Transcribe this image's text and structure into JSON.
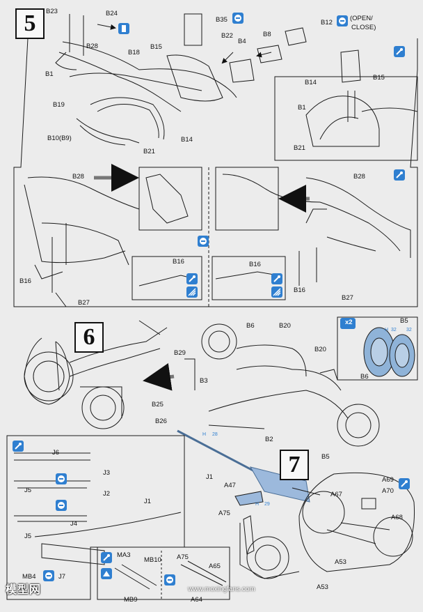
{
  "steps": {
    "s5": "5",
    "s6": "6",
    "s7": "7"
  },
  "icon_names": [
    "glue-icon",
    "paint-icon",
    "optional-icon",
    "decal-icon",
    "cement-icon",
    "make-two-icon"
  ],
  "labels": {
    "B23": "B23",
    "B24": "B24",
    "B28a": "B28",
    "B18": "B18",
    "B15a": "B15",
    "B1a": "B1",
    "B19": "B19",
    "B10": "B10(B9)",
    "B21a": "B21",
    "B14a": "B14",
    "B35": "B35",
    "B22": "B22",
    "B4": "B4",
    "B8": "B8",
    "B12": "B12",
    "openclose": "(OPEN/\nCLOSE)",
    "openclose1": "(OPEN/",
    "openclose2": "CLOSE)",
    "B15b": "B15",
    "B14b": "B14",
    "B1b": "B1",
    "B21b": "B21",
    "B28b": "B28",
    "B16a": "B16",
    "B27a": "B27",
    "B16b": "B16",
    "B28c": "B28",
    "B16c": "B16",
    "B16d": "B16",
    "B27b": "B27",
    "B6a": "B6",
    "B20a": "B20",
    "B29": "B29",
    "B3": "B3",
    "B25": "B25",
    "B26": "B26",
    "B2": "B2",
    "B20b": "B20",
    "B5a": "B5",
    "x2": "x2",
    "B5b": "B5",
    "B6b": "B6",
    "J1a": "J1",
    "J6": "J6",
    "J3": "J3",
    "J5a": "J5",
    "J2": "J2",
    "J4": "J4",
    "J5b": "J5",
    "J1b": "J1",
    "MB4": "MB4",
    "J7": "J7",
    "MA3": "MA3",
    "MB10": "MB10",
    "MB9": "MB9",
    "A75a": "A75",
    "A65": "A65",
    "A64": "A64",
    "A47": "A47",
    "A75b": "A75",
    "A69": "A69",
    "A67": "A67",
    "A70": "A70",
    "A68": "A68",
    "A53a": "A53",
    "A53b": "A53",
    "H1": "H",
    "H2": "H",
    "H3": "H",
    "H4": "H",
    "n1": "32",
    "n2": "32",
    "n3": "28",
    "n4": "29"
  },
  "watermark": {
    "brand": "模型网",
    "url": "www.moxingfans.com"
  },
  "colors": {
    "ink": "#1a1a1a",
    "paper": "#ececec",
    "icon_blue": "#2f7fd0",
    "part_blue": "#8fb3d8",
    "arrow_gray": "#777777"
  }
}
